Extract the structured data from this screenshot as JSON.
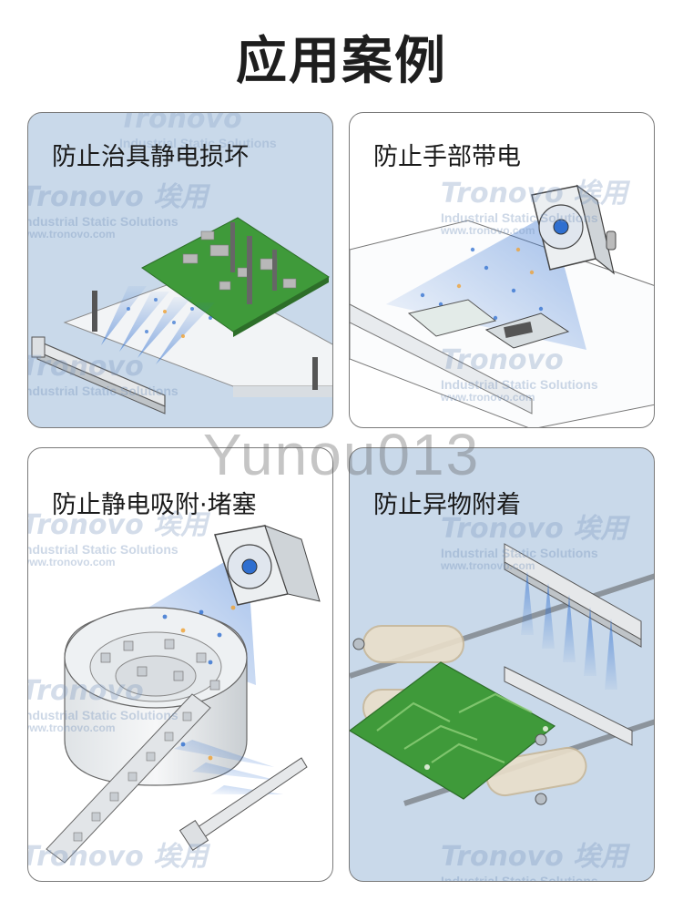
{
  "page": {
    "title": "应用案例"
  },
  "cases": [
    {
      "label": "防止治具静电损坏"
    },
    {
      "label": "防止手部带电"
    },
    {
      "label": "防止静电吸附·堵塞"
    },
    {
      "label": "防止异物附着"
    }
  ],
  "watermark": {
    "brand": "Tronovo",
    "brand_cn": "埃用",
    "tagline": "Industrial Static Solutions",
    "url": "www.tronovo.com",
    "overlay_text": "Yunou013"
  },
  "colors": {
    "card_bg": "#c9d9ea",
    "card_bg_white": "#ffffff",
    "pcb_green": "#3f9a3a",
    "ion_blue": "#2f6fd0",
    "ion_orange": "#f0a030"
  }
}
